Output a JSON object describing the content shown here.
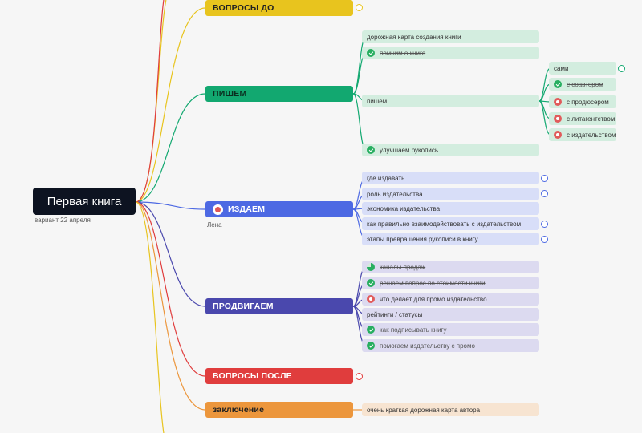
{
  "root": {
    "title": "Первая книга",
    "subtitle": "вариант 22 апреля"
  },
  "colors": {
    "yellow": "#e8c41e",
    "green": "#12a870",
    "blue": "#4d69e3",
    "indigo": "#4a48ad",
    "red": "#e03d3d",
    "orange": "#ec963c",
    "leaf_green": "#d3eddf",
    "leaf_blue": "#d8def8",
    "leaf_indigo": "#dcdaf0",
    "leaf_orange": "#f7e4d1"
  },
  "branches": {
    "before": {
      "label": "ВОПРОСЫ ДО"
    },
    "write": {
      "label": "ПИШЕМ",
      "items": [
        "дорожная карта создания книги",
        "помним о книге",
        "пишем",
        "улучшаем рукопись"
      ],
      "sub": [
        "сами",
        "с соавтором",
        "с продюсером",
        "с литагентством",
        "с издательством"
      ]
    },
    "publish": {
      "label": "ИЗДАЕМ",
      "owner": "Лена",
      "items": [
        "где издавать",
        "роль издательства",
        "экономика издательства",
        "как правильно взаимодействовать с издательством",
        "этапы превращения рукописи в книгу"
      ]
    },
    "promote": {
      "label": "ПРОДВИГАЕМ",
      "items": [
        "каналы продаж",
        "решаем вопрос по стоимости книги",
        "что делает для промо издательство",
        "рейтинги / статусы",
        "как подписывать книгу",
        "помогаем издательству с промо"
      ]
    },
    "after": {
      "label": "ВОПРОСЫ ПОСЛЕ"
    },
    "conclusion": {
      "label": "заключение",
      "items": [
        "очень краткая дорожная карта автора"
      ]
    }
  }
}
